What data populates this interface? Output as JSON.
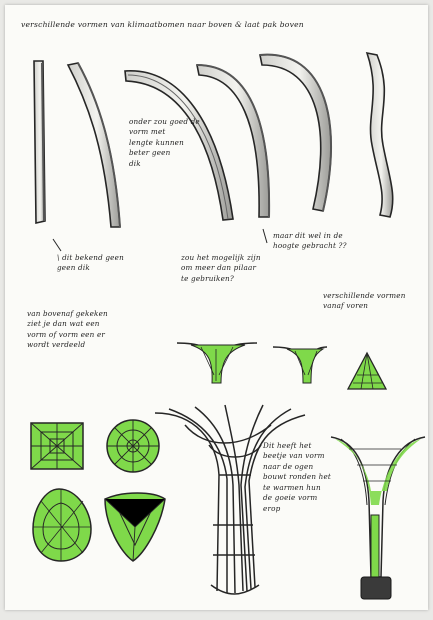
{
  "notes": {
    "top": "verschillende vormen van klimaatbomen naar boven & laat pak boven",
    "left_mid": "onder zou goed de\nvorm met\nlengte kunnen\nbeter geen\ndik",
    "right_mid": "maar dit wel in de\nhoogte gebracht ??",
    "a": "\\ dit bekend geen\ngeen dik",
    "b": "zou het mogelijk zijn\nom meer dan pilaar\nte gebruiken?",
    "c": "verschillende vormen\nvanaf voren",
    "d": "van bovenaf gekeken\nziet je dan wat een\nvorm of vorm een er\nwordt verdeeld",
    "e": "Dit heeft het\nbeetje van vorm\nnaar de ogen\nbouwt ronden het\nte warmen hun\nde goeie vorm\nerop"
  },
  "colors": {
    "ink": "#262626",
    "green": "#7fd94a",
    "green_dark": "#3f8a23",
    "paper": "#fbfbf8"
  },
  "icons": [
    "curved-column-sketch",
    "canopy-column-sketch",
    "tree-structure-sketch",
    "plan-view-sketch"
  ]
}
